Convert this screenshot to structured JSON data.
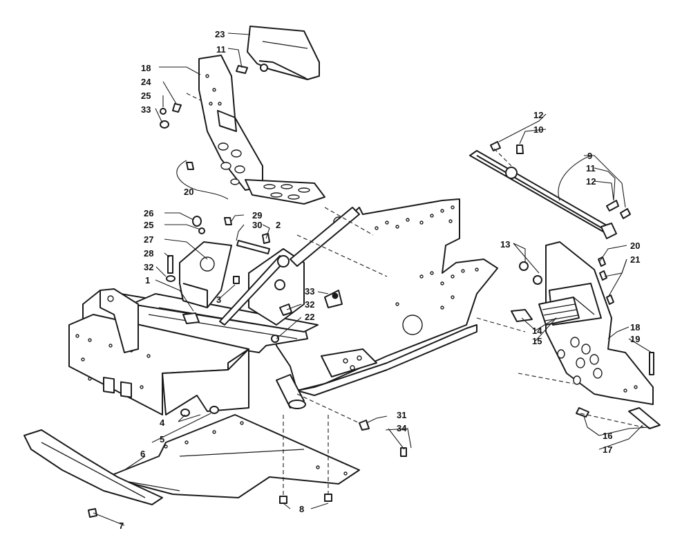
{
  "callouts": {
    "n1": "1",
    "n2": "2",
    "n3": "3",
    "n4": "4",
    "n5": "5",
    "n6": "6",
    "n7": "7",
    "n8": "8",
    "n9": "9",
    "n10": "10",
    "n11": "11",
    "n12": "12",
    "n13": "13",
    "n14": "14",
    "n15": "15",
    "n16": "16",
    "n17": "17",
    "n18": "18",
    "n19": "19",
    "n20": "20",
    "n21": "21",
    "n22": "22",
    "n23": "23",
    "n24": "24",
    "n25": "25",
    "n26": "26",
    "n27": "27",
    "n28": "28",
    "n29": "29",
    "n30": "30",
    "n31": "31",
    "n32": "32",
    "n33": "33",
    "n34": "34"
  },
  "colors": {
    "line": "#1a1a1a",
    "background": "#ffffff"
  }
}
